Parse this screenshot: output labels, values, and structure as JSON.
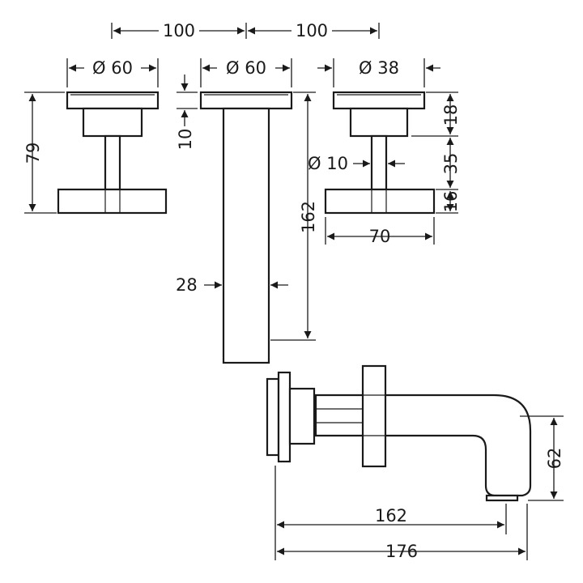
{
  "dimensions": {
    "spacing_left": "100",
    "spacing_right": "100",
    "handle_left_diameter": "Ø 60",
    "spout_diameter": "Ø 60",
    "handle_right_diameter": "Ø 38",
    "handle_height": "79",
    "rosette_thickness": "10",
    "spout_length_vertical": "162",
    "spout_width": "28",
    "stem_diameter": "Ø 10",
    "handle_width": "70",
    "rosette_depth": "18",
    "stem_length": "35",
    "cross_thickness": "16",
    "spout_drop": "62",
    "spout_projection": "162",
    "total_projection": "176"
  }
}
